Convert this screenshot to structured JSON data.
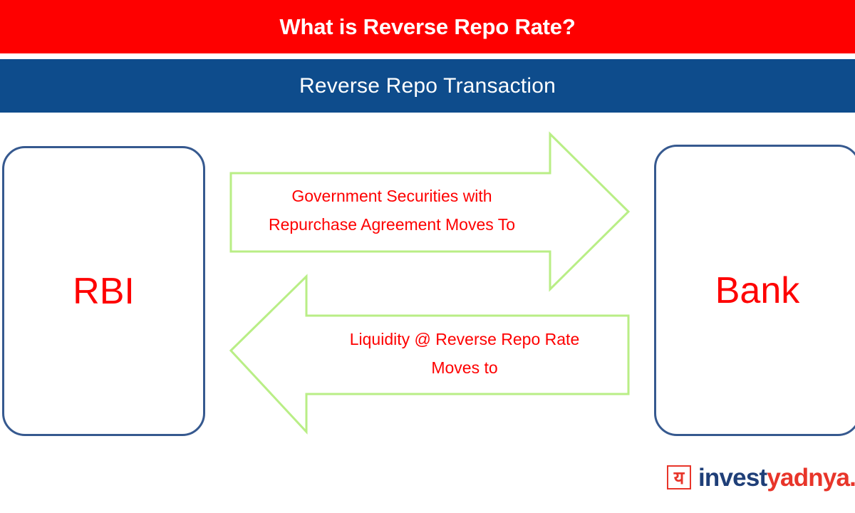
{
  "header": {
    "title": "What is Reverse Repo Rate?",
    "title_bg": "#fe0000",
    "title_color": "#ffffff",
    "subtitle": "Reverse Repo Transaction",
    "subtitle_bg": "#0e4c8c",
    "subtitle_color": "#ffffff"
  },
  "diagram": {
    "entities": [
      {
        "id": "rbi",
        "label": "RBI",
        "label_color": "#fe0000",
        "border_color": "#36598f",
        "position": "left"
      },
      {
        "id": "bank",
        "label": "Bank",
        "label_color": "#fe0000",
        "border_color": "#36598f",
        "position": "right"
      }
    ],
    "arrows": [
      {
        "id": "forward",
        "direction": "right",
        "from": "RBI",
        "to": "Bank",
        "label": "Government Securities with\nRepurchase Agreement Moves To",
        "outline_color": "#b9ee86",
        "fill_color": "#ffffff",
        "label_color": "#fe0000"
      },
      {
        "id": "back",
        "direction": "left",
        "from": "Bank",
        "to": "RBI",
        "label": "Liquidity @ Reverse Repo Rate\nMoves to",
        "outline_color": "#b9ee86",
        "fill_color": "#ffffff",
        "label_color": "#fe0000"
      }
    ]
  },
  "logo": {
    "mark_glyph": "य",
    "mark_color": "#e8352a",
    "word_primary": "invest",
    "word_primary_color": "#1f3f78",
    "word_accent": "yadnya.",
    "word_accent_color": "#e8352a"
  }
}
